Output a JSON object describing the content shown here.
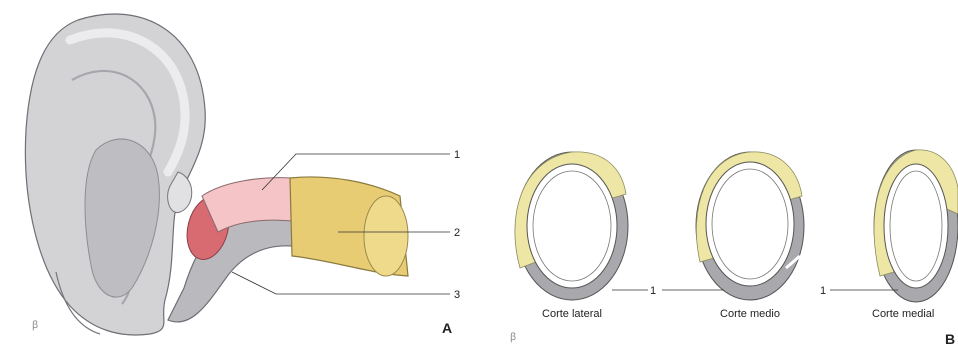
{
  "panel_a": {
    "label": "A",
    "callouts": [
      "1",
      "2",
      "3"
    ],
    "logo_mark": "ꞵ"
  },
  "panel_b": {
    "label": "B",
    "logo_mark": "ꞵ",
    "sections": [
      {
        "caption": "Corte lateral"
      },
      {
        "caption": "Corte medio"
      },
      {
        "caption": "Corte medial"
      }
    ],
    "callout_left": "1",
    "callout_right": "1"
  },
  "colors": {
    "skin": "#d3d3d6",
    "skin_dark": "#9c9ca2",
    "pink": "#f4c4c6",
    "red": "#d86a72",
    "yellow": "#e7cc73",
    "section_yellow": "#eee6a4",
    "section_gray": "#a8a8ad"
  }
}
